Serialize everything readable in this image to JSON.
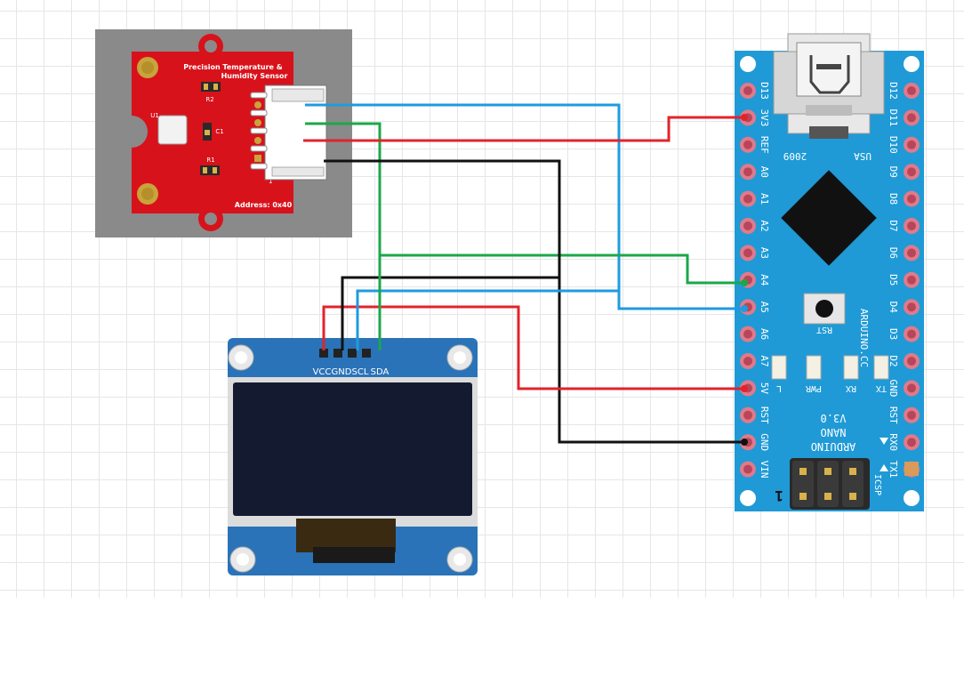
{
  "sensor": {
    "title_line1": "Precision Temperature &",
    "title_line2": "Humidity Sensor",
    "address": "Address: 0x40",
    "r2": "R2",
    "r1": "R1",
    "u1": "U1",
    "c1": "C1",
    "pin1": "1"
  },
  "oled": {
    "pins": [
      "VCC",
      "GND",
      "SCL",
      "SDA"
    ]
  },
  "nano": {
    "left_pins": [
      "D13",
      "3V3",
      "REF",
      "A0",
      "A1",
      "A2",
      "A3",
      "A4",
      "A5",
      "A6",
      "A7",
      "5V",
      "RST",
      "GND",
      "VIN"
    ],
    "right_pins": [
      "D12",
      "D11",
      "D10",
      "D9",
      "D8",
      "D7",
      "D6",
      "D5",
      "D4",
      "D3",
      "D2",
      "GND",
      "RST",
      "RX0",
      "TX1"
    ],
    "year": "2009",
    "country": "USA",
    "rst_label": "RST",
    "brand": "ARDUINO.CC",
    "leds": [
      "L",
      "PWR",
      "RX",
      "TX"
    ],
    "name_line1": "ARDUINO",
    "name_line2": "NANO",
    "name_line3": "V3.0",
    "icsp": "ICSP",
    "icsp_pin1": "1"
  },
  "wire_colors": {
    "red": "#e3232b",
    "blue": "#1e9be0",
    "green": "#1aa84a",
    "black": "#111111"
  }
}
